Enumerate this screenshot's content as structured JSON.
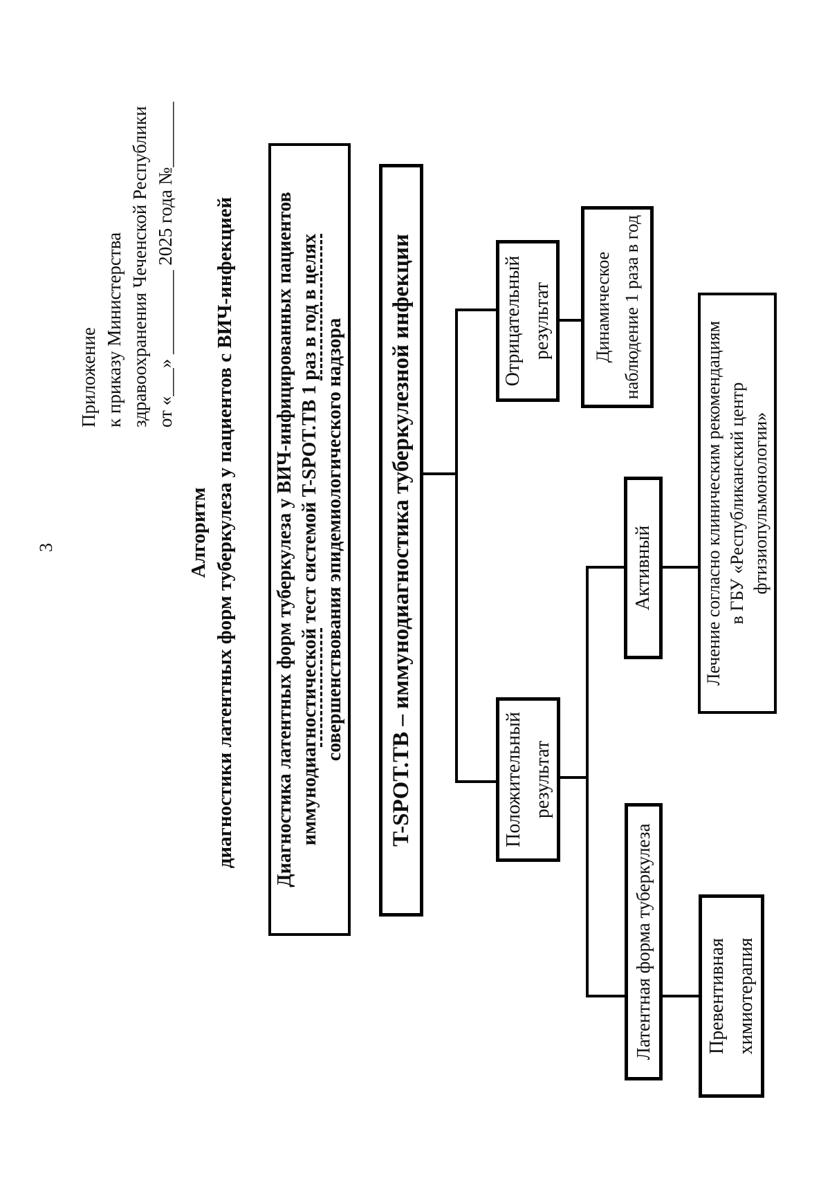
{
  "page_number": "3",
  "header": {
    "line1": "Приложение",
    "line2": "к приказу Министерства",
    "line3": "здравоохранения Чеченской Республики",
    "line4": "от «___» _________ 2025 года №_______"
  },
  "title": {
    "line1": "Алгоритм",
    "line2": "диагностики латентных форм туберкулеза у пациентов с ВИЧ-инфекцией"
  },
  "flowchart": {
    "purpose_box": {
      "line1": "Диагностика латентных форм туберкулеза у ВИЧ-инфицированных пациентов",
      "line2_a": "иммунодиа",
      "line2_b": "гностической",
      "line2_c": " тест системой T-SPOT.TB 1 ",
      "line2_d": "раз в год в целях",
      "line3": "совершенствования эпидемиологического надзора"
    },
    "method_box": {
      "label": "T-SPOT.TB – иммунодиагностика туберкулезной инфекции"
    },
    "negative_box": {
      "line1": "Отрицательный",
      "line2": "результат"
    },
    "dynamic_box": {
      "line1": "Динамическое",
      "line2": "наблюдение 1 раза в год"
    },
    "positive_box": {
      "line1": "Положительный",
      "line2": "результат"
    },
    "active_box": {
      "label": "Активный"
    },
    "treatment_box": {
      "line1": "Лечение согласно клиническим рекомендациям",
      "line2": "в ГБУ «Республиканский центр",
      "line3": "фтизиопульмонологии»"
    },
    "latent_box": {
      "label": "Латентная форма туберкулеза"
    },
    "preventive_box": {
      "line1": "Превентивная",
      "line2": "химиотерапия"
    }
  }
}
